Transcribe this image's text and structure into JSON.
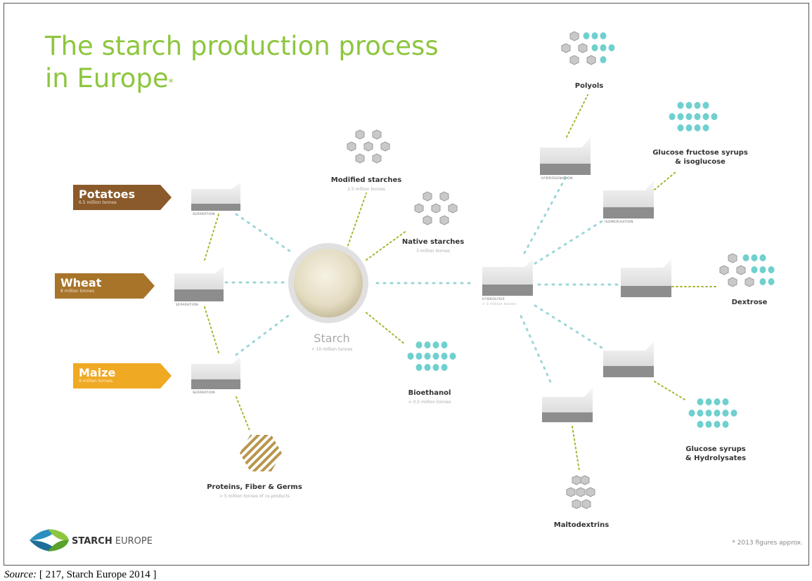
{
  "title_line1": "The starch production process",
  "title_line2": "in Europe",
  "title_mark": "*",
  "inputs": [
    {
      "name": "Potatoes",
      "sub": "6.5 million tonnes",
      "color": "#8b5a2b",
      "process": "SEPARATION"
    },
    {
      "name": "Wheat",
      "sub": "8 million tonnes",
      "color": "#a8742a",
      "process": "SEPARATION"
    },
    {
      "name": "Maize",
      "sub": "9 million tonnes",
      "color": "#f0a923",
      "process": "SEPARATION"
    }
  ],
  "starch": {
    "label": "Starch",
    "sub": "+ 10 million tonnes"
  },
  "products": {
    "modified": {
      "label": "Modified starches",
      "sub": "2.5 million tonnes"
    },
    "native": {
      "label": "Native starches",
      "sub": "3 million tonnes"
    },
    "bioethanol": {
      "label": "Bioethanol",
      "sub": "< 0.5 million tonnes"
    },
    "proteins": {
      "label": "Proteins, Fiber & Germs",
      "sub": "> 5 million tonnes of co-products"
    },
    "polyols": {
      "label": "Polyols"
    },
    "glucose_fructose": {
      "label_line1": "Glucose fructose syrups",
      "label_line2": "& isoglucose"
    },
    "dextrose": {
      "label": "Dextrose"
    },
    "glucose_syrups": {
      "label_line1": "Glucose syrups",
      "label_line2": "& Hydrolysates"
    },
    "maltodextrins": {
      "label": "Maltodextrins"
    }
  },
  "processes": {
    "hydrolysis": {
      "label": "HYDROLYSIS",
      "sub": "> 5 million tonnes"
    },
    "hydrogenation": "HYDROGENATION",
    "isomerisation": "ISOMERISATION"
  },
  "logo": {
    "bold": "STARCH",
    "rest": "EUROPE"
  },
  "note": "* 2013 figures approx.",
  "source_prefix": "Source:",
  "source_text": " [ 217, Starch Europe 2014 ]",
  "colors": {
    "green": "#8dc63f",
    "teal": "#5bc8c8",
    "olive": "#a7b52a",
    "grey_box": "#e9e9e9"
  }
}
